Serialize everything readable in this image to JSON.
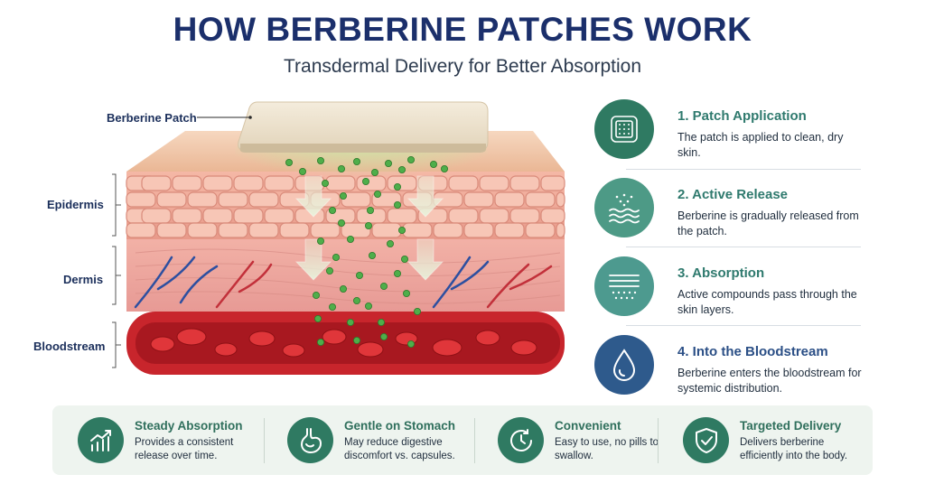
{
  "title": "HOW BERBERINE PATCHES WORK",
  "subtitle": "Transdermal Delivery for Better Absorption",
  "diagram": {
    "labels": {
      "patch": "Berberine Patch",
      "epidermis": "Epidermis",
      "dermis": "Dermis",
      "bloodstream": "Bloodstream"
    }
  },
  "steps": [
    {
      "title": "1. Patch Application",
      "desc": "The patch is applied to clean, dry skin.",
      "icon": "patch-icon",
      "color": "#2f7a62"
    },
    {
      "title": "2. Active Release",
      "desc": "Berberine is gradually released from the patch.",
      "icon": "release-dots-waves-icon",
      "color": "#4d9a86"
    },
    {
      "title": "3. Absorption",
      "desc": "Active compounds pass through the skin layers.",
      "icon": "skin-layers-icon",
      "color": "#4d9a8f"
    },
    {
      "title": "4. Into the Bloodstream",
      "desc": "Berberine enters the bloodstream for systemic distribution.",
      "icon": "droplet-icon",
      "color": "#2e5a8c"
    }
  ],
  "benefits": [
    {
      "title": "Steady Absorption",
      "desc": "Provides a consistent release over time.",
      "icon": "growth-chart-icon"
    },
    {
      "title": "Gentle on Stomach",
      "desc": "May reduce digestive discomfort vs. capsules.",
      "icon": "stomach-icon"
    },
    {
      "title": "Convenient",
      "desc": "Easy to use, no pills to swallow.",
      "icon": "clock-icon"
    },
    {
      "title": "Targeted Delivery",
      "desc": "Delivers berberine efficiently into the body.",
      "icon": "shield-check-icon"
    }
  ],
  "colors": {
    "title": "#1b2f6b",
    "teal": "#2f7a62",
    "blue": "#2e5a8c",
    "benefit_bg": "#eef4ef"
  }
}
